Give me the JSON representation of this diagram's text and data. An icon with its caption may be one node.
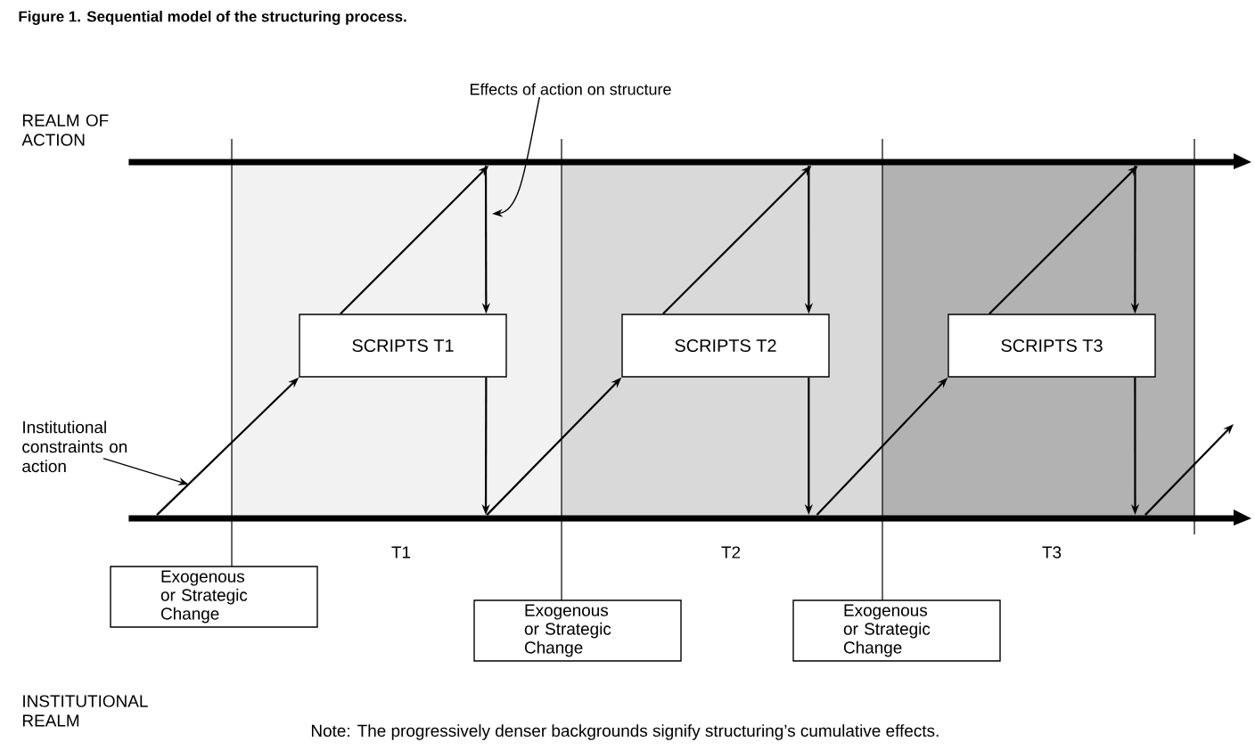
{
  "diagram": {
    "title": "Figure 1. Sequential model of the structuring process.",
    "nodes": [
      {
        "text": [
          "Effects of action on structure"
        ]
      },
      {
        "text": [
          "SCRIPTS T1"
        ]
      },
      {
        "text": [
          "SCRIPTS T2"
        ]
      },
      {
        "text": [
          "SCRIPTS T3"
        ]
      },
      {
        "text": [
          "Institutional constraints on action"
        ]
      },
      {
        "text": [
          "Exogenous or Strategic Change"
        ]
      },
      {
        "text": [
          "Exogenous or Strategic Change"
        ]
      },
      {
        "text": [
          "Exogenous or Strategic Change"
        ]
      },
      {
        "text": [],
        "shape": "bar"
      },
      {
        "text": [],
        "shape": "bar"
      }
    ],
    "edges": [
      {
        "from": 9,
        "to": 1,
        "arrow": "to"
      },
      {
        "from": 1,
        "to": 8,
        "arrow": "to"
      },
      {
        "from": 8,
        "to": 1,
        "arrow": "to"
      },
      {
        "from": 1,
        "to": 9,
        "arrow": "to"
      },
      {
        "from": 9,
        "to": 2,
        "arrow": "to"
      },
      {
        "from": 2,
        "to": 8,
        "arrow": "to"
      },
      {
        "from": 8,
        "to": 2,
        "arrow": "to"
      },
      {
        "from": 2,
        "to": 9,
        "arrow": "to"
      },
      {
        "from": 9,
        "to": 3,
        "arrow": "to"
      },
      {
        "from": 3,
        "to": 8,
        "arrow": "to"
      },
      {
        "from": 8,
        "to": 3,
        "arrow": "to"
      },
      {
        "from": 3,
        "to": 9,
        "arrow": "to"
      },
      {
        "from": 0,
        "to": null,
        "arrow": "to"
      },
      {
        "from": 4,
        "to": null,
        "arrow": "to"
      },
      {
        "from": 9,
        "to": null,
        "arrow": "to"
      }
    ],
    "labels": [
      "REALM OF ACTION",
      "T1",
      "T2",
      "T3",
      "INSTITUTIONAL REALM",
      "Note: The progressively denser backgrounds signify structuring’s cumulative effects."
    ]
  }
}
